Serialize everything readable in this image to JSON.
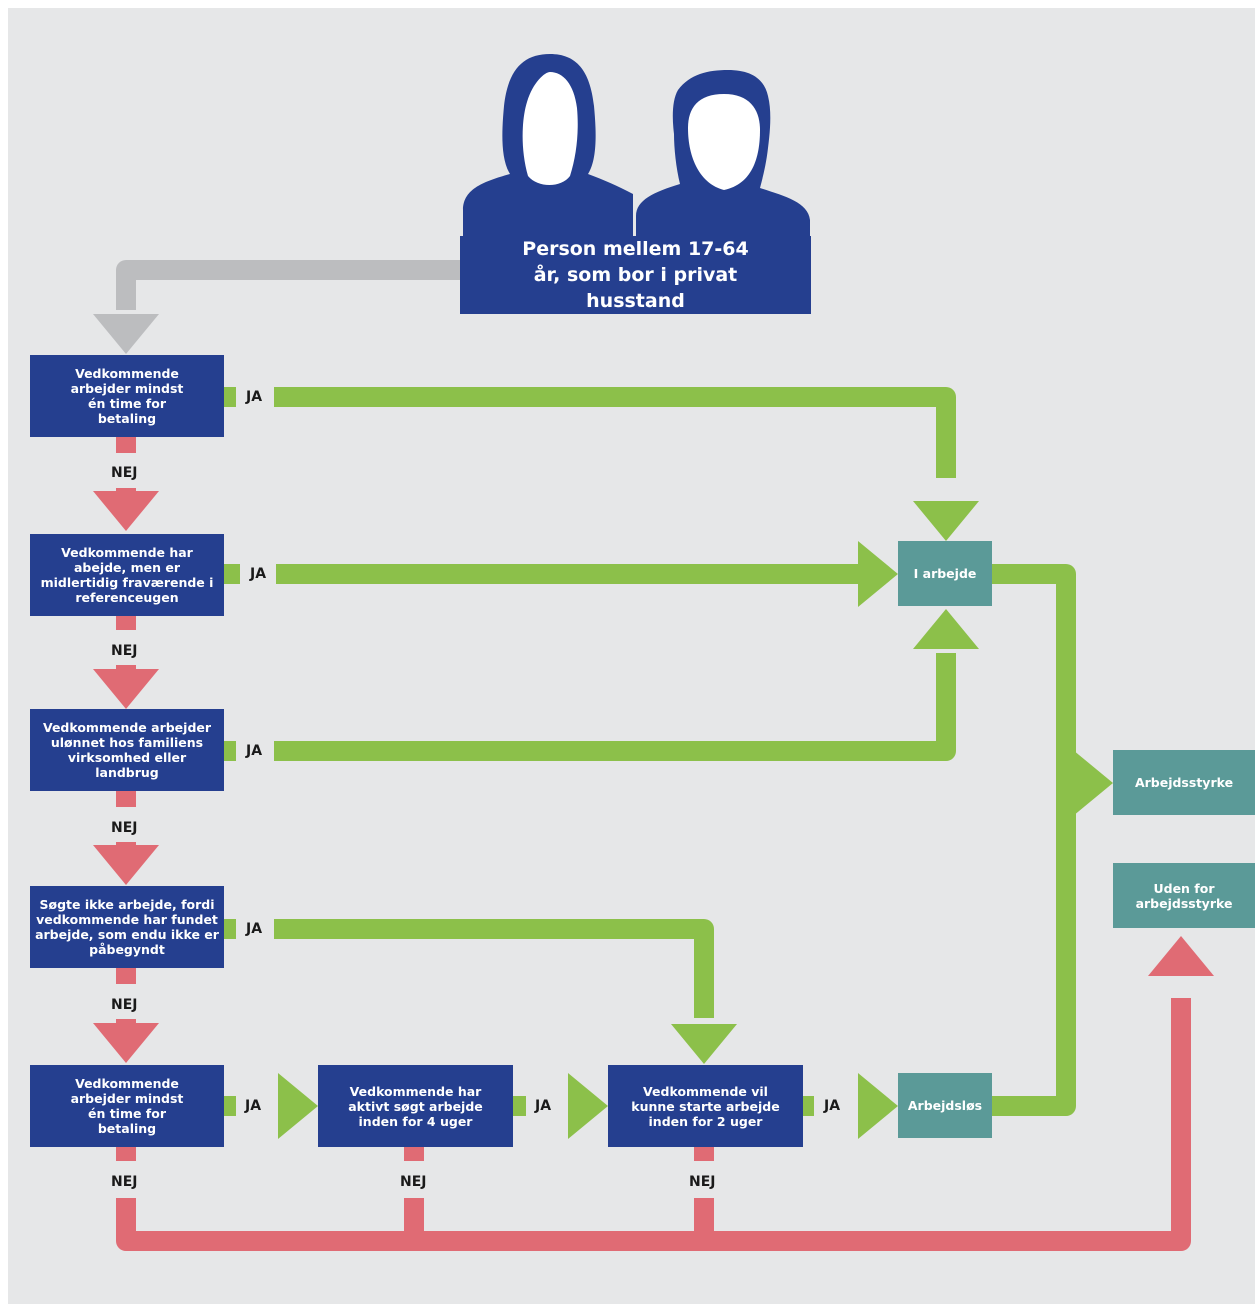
{
  "colors": {
    "blue": "#253f8f",
    "teal": "#5b9a98",
    "green": "#8cc04a",
    "red": "#e06b74",
    "gray": "#bcbdbf",
    "background": "#e6e7e8"
  },
  "icons": [
    "woman-silhouette-icon",
    "man-silhouette-icon"
  ],
  "start": "Person mellem 17-64 år, som bor i privat husstand",
  "questions": [
    "Vedkommende arbejder mindst én time for betaling",
    "Vedkommende har abejde, men er midlertidig fraværende i referenceugen",
    "Vedkommende arbejder ulønnet hos familiens virksomhed eller landbrug",
    "Søgte ikke arbejde, fordi vedkommende har fundet arbejde, som endu ikke er påbegyndt",
    "Vedkommende arbejder mindst én time for betaling",
    "Vedkommende har aktivt søgt arbejde inden for 4 uger",
    "Vedkommende vil kunne starte arbejde inden for 2 uger"
  ],
  "outcomes": {
    "employed": "I arbejde",
    "unemployed": "Arbejdsløs",
    "labour_force": "Arbejdsstyrke",
    "outside": "Uden for arbejdsstyrke"
  },
  "labels": {
    "yes": "JA",
    "no": "NEJ"
  }
}
